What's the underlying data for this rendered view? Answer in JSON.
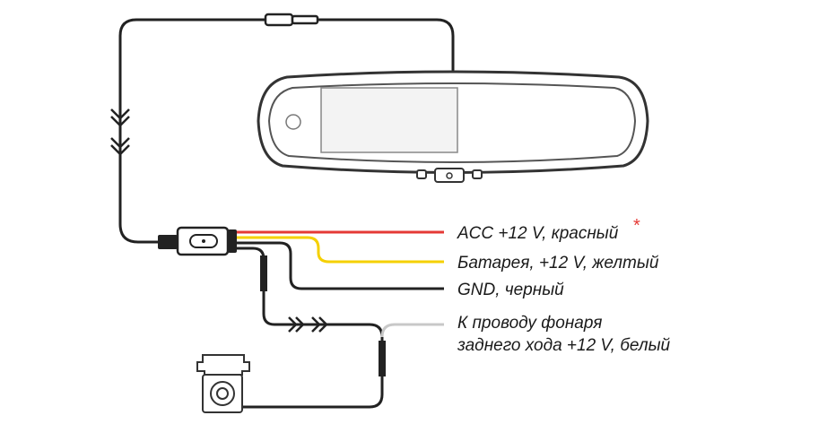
{
  "labels": {
    "acc": "ACC +12 V, красный",
    "acc_marker": "*",
    "battery": "Батарея, +12 V, желтый",
    "gnd": "GND, черный",
    "reverse_line1": "К проводу фонаря",
    "reverse_line2": "заднего хода +12 V, белый"
  },
  "colors": {
    "acc_wire": "#e53935",
    "battery_wire": "#f5d000",
    "gnd_wire": "#222222",
    "reverse_wire": "#c8c8c8",
    "marker": "#e53935"
  },
  "icons": {
    "mirror": "rear-view-mirror-icon",
    "camera": "rear-camera-icon",
    "connector": "wire-connector-icon"
  }
}
